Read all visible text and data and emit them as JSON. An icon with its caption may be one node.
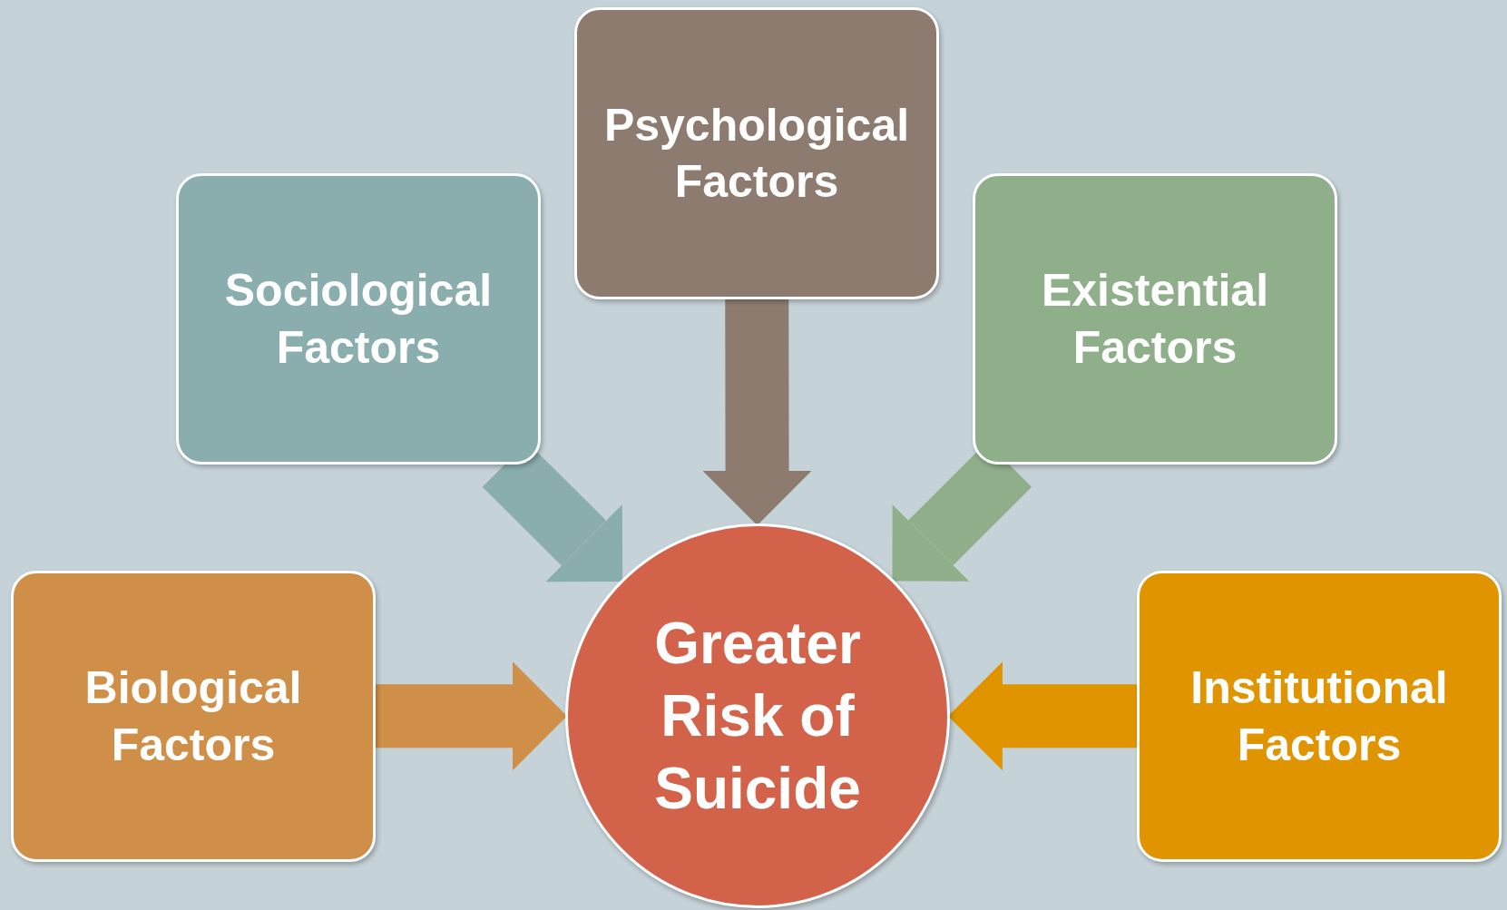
{
  "diagram": {
    "nodes": [
      {
        "text": [
          "Psychological Factors"
        ]
      },
      {
        "text": [
          "Sociological Factors"
        ]
      },
      {
        "text": [
          "Existential Factors"
        ]
      },
      {
        "text": [
          "Biological Factors"
        ]
      },
      {
        "text": [
          "Greater Risk of Suicide"
        ]
      },
      {
        "text": [
          "Institutional Factors"
        ]
      }
    ],
    "edges": [
      {
        "from": 0,
        "to": 4,
        "arrow": "to",
        "color": "#8c7b6e"
      },
      {
        "from": 1,
        "to": 4,
        "arrow": "to",
        "color": "#8aadad"
      },
      {
        "from": 2,
        "to": 4,
        "arrow": "to",
        "color": "#8fae8a"
      },
      {
        "from": 3,
        "to": 4,
        "arrow": "to",
        "color": "#d08f48"
      },
      {
        "from": 5,
        "to": 4,
        "arrow": "to",
        "color": "#e09500"
      }
    ]
  }
}
